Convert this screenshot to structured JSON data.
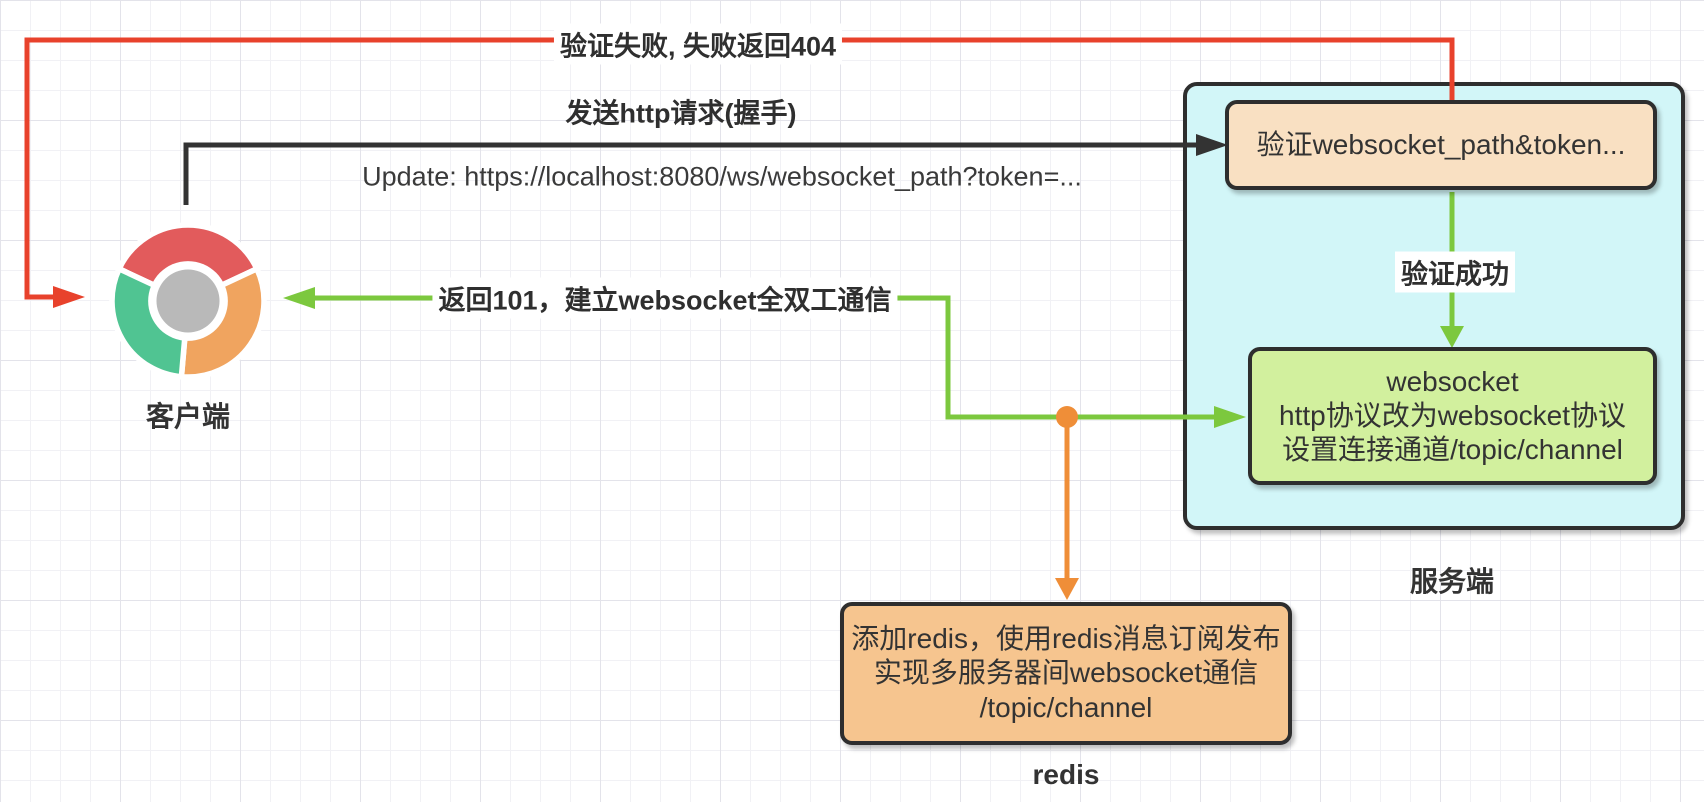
{
  "colors": {
    "red_line": "#e8422c",
    "black_line": "#333333",
    "green_line": "#7cc83e",
    "orange_line": "#ef8e38",
    "server_fill": "#d2f6f8",
    "validate_fill": "#f9e0c2",
    "websocket_fill": "#d2f09e",
    "redis_fill": "#f6c58f",
    "node_border": "#2e2e2e",
    "chrome_red": "#e25b5c",
    "chrome_green": "#50c492",
    "chrome_orange": "#f0a45f",
    "chrome_gray": "#b9b9b9"
  },
  "client": {
    "label": "客户端",
    "icon": "chrome-browser-icon"
  },
  "server": {
    "label": "服务端",
    "validate_box": "验证websocket_path&token...",
    "websocket_box": [
      "websocket",
      "http协议改为websocket协议",
      "设置连接通道/topic/channel"
    ]
  },
  "redis": {
    "label": "redis",
    "box": [
      "添加redis，使用redis消息订阅发布",
      "实现多服务器间websocket通信",
      "/topic/channel"
    ]
  },
  "edges": {
    "verify_fail": "验证失败, 失败返回404",
    "handshake": "发送http请求(握手)",
    "upgrade_url": "Update: https://localhost:8080/ws/websocket_path?token=...",
    "return_101": "返回101，建立websocket全双工通信",
    "verify_success": "验证成功"
  }
}
